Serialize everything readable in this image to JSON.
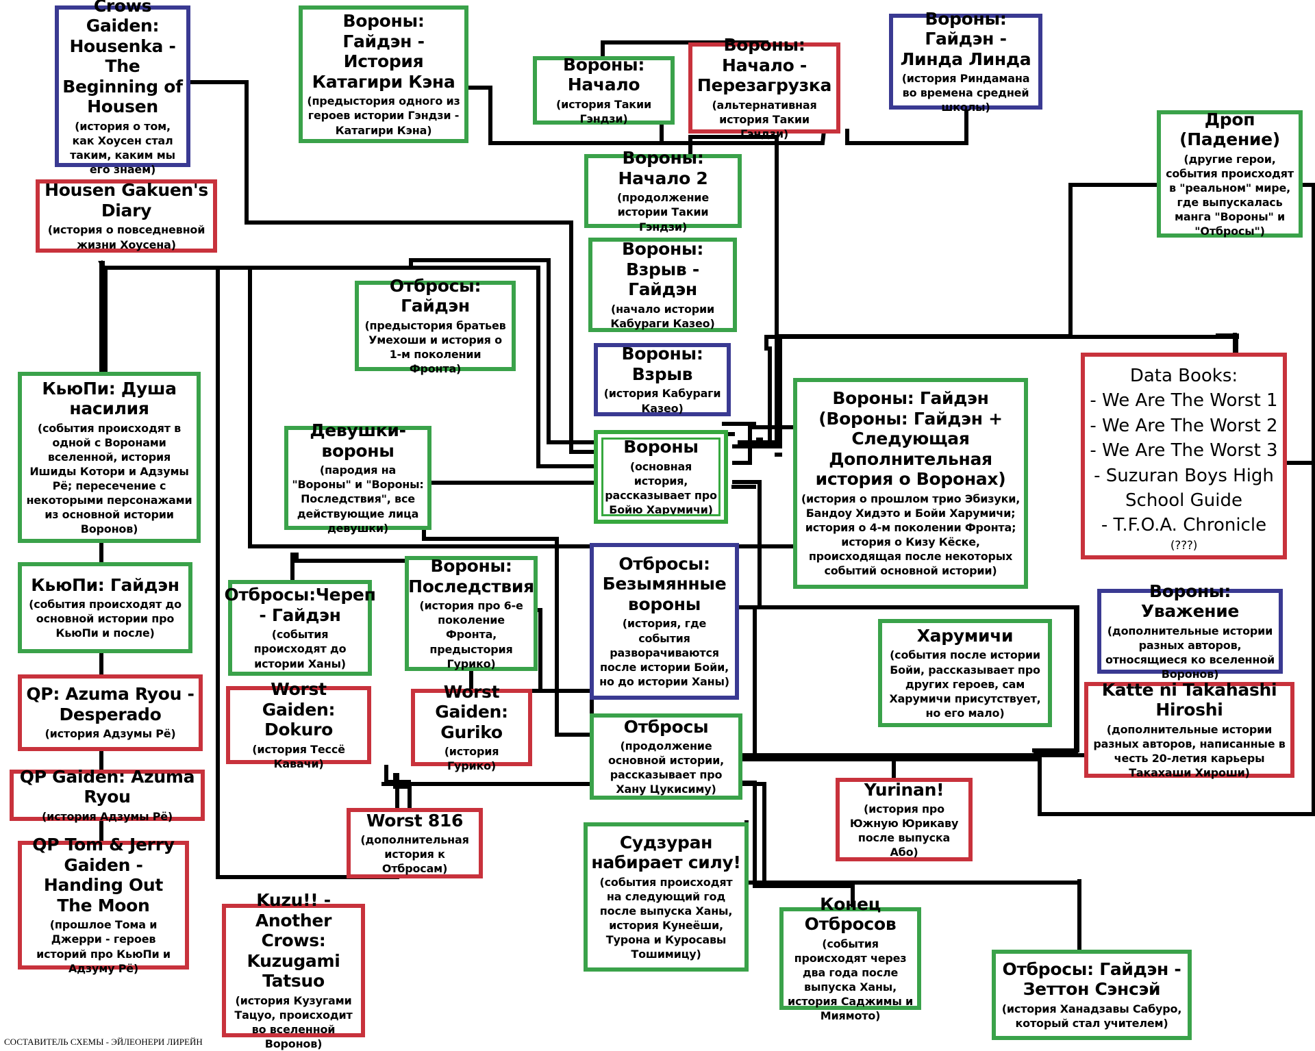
{
  "nodes": [
    {
      "id": "crows_gaiden_housenka",
      "title": "Crows Gaiden: Housenka - The Beginning of Housen",
      "desc": "(история о том, как Хоусен стал таким, каким мы его знаем)",
      "color": "blue"
    },
    {
      "id": "housen_diary",
      "title": "Housen Gakuen's Diary",
      "desc": "(история о повседневной жизни Хоусена)",
      "color": "red"
    },
    {
      "id": "katagiri",
      "title": "Вороны: Гайдэн - История Катагири Кэна",
      "desc": "(предыстория одного из героев истории Гэндзи - Катагири Кэна)",
      "color": "green"
    },
    {
      "id": "nachalo",
      "title": "Вороны: Начало",
      "desc": "(история Такии Гэндзи)",
      "color": "green"
    },
    {
      "id": "reboot",
      "title": "Вороны: Начало - Перезагрузка",
      "desc": "(альтернативная история Такии Гэндзи)",
      "color": "red"
    },
    {
      "id": "linda",
      "title": "Вороны: Гайдэн - Линда Линда",
      "desc": "(история Риндамана во времена средней школы)",
      "color": "blue"
    },
    {
      "id": "drop",
      "title": "Дроп (Падение)",
      "desc": "(другие герои, события происходят в \"реальном\" мире, где выпускалась манга \"Вороны\" и \"Отбросы\")",
      "color": "green"
    },
    {
      "id": "nachalo2",
      "title": "Вороны: Начало 2",
      "desc": "(продолжение истории Такии Гэндзи)",
      "color": "green"
    },
    {
      "id": "burst_gaiden",
      "title": "Вороны: Взрыв - Гайдэн",
      "desc": "(начало истории Кабураги Казео)",
      "color": "green"
    },
    {
      "id": "burst",
      "title": "Вороны: Взрыв",
      "desc": "(история Кабураги Казео)",
      "color": "blue"
    },
    {
      "id": "worst_gaiden",
      "title": "Отбросы: Гайдэн",
      "desc": "(предыстория братьев Умехоши и история о 1-м поколении Фронта)",
      "color": "green"
    },
    {
      "id": "qp_soul",
      "title": "КьюПи: Душа насилия",
      "desc": "(события происходят в одной с Воронами вселенной, история Ишиды Котори и Адзумы Рё; пересечение с некоторыми персонажами из основной истории Воронов)",
      "color": "green"
    },
    {
      "id": "crows_girls",
      "title": "Девушки-вороны",
      "desc": "(пародия на \"Вороны\" и \"Вороны: Последствия\", все действующие лица девушки)",
      "color": "green"
    },
    {
      "id": "crows",
      "title": "Вороны",
      "desc": "(основная история, рассказывает про Бойю Харумичи)",
      "color": "main"
    },
    {
      "id": "crows_gaiden_next",
      "title": "Вороны: Гайдэн (Вороны: Гайдэн + Следующая Дополнительная история о Воронах)",
      "desc": "(история о прошлом трио Эбизуки, Бандоу Хидэто и Бойи Харумичи; история о 4-м поколении Фронта; история о Кизу Кёске, происходящая после некоторых событий основной истории)",
      "color": "green"
    },
    {
      "id": "databooks",
      "title": "Data Books:",
      "lines": [
        "- We Are The Worst 1",
        "- We Are The Worst 2",
        "- We Are The Worst 3",
        "-  Suzuran Boys High School Guide",
        "-   T.F.O.A. Chronicle"
      ],
      "desc": "(???)",
      "color": "red"
    },
    {
      "id": "qp_gaiden",
      "title": "КьюПи: Гайдэн",
      "desc": "(события происходят до основной истории про КьюПи и после)",
      "color": "green"
    },
    {
      "id": "skull_gaiden",
      "title": "Отбросы:Череп - Гайдэн",
      "desc": "(события происходят до истории Ханы)",
      "color": "green"
    },
    {
      "id": "aftermath",
      "title": "Вороны: Последствия",
      "desc": "(история про 6-е поколение Фронта, предыстория Гурико)",
      "color": "green"
    },
    {
      "id": "nameless",
      "title": "Отбросы: Безымянные вороны",
      "desc": "(история, где события разворачиваются после истории Бойи, но до истории Ханы)",
      "color": "blue"
    },
    {
      "id": "harumichi",
      "title": "Харумичи",
      "desc": "(события после истории Бойи, рассказывает про других героев, сам Харумичи присутствует, но его мало)",
      "color": "green"
    },
    {
      "id": "respect",
      "title": "Вороны: Уважение",
      "desc": "(дополнительные истории разных авторов, относящиеся ко вселенной Воронов)",
      "color": "blue"
    },
    {
      "id": "katte",
      "title": "Katte ni Takahashi Hiroshi",
      "desc": "(дополнительные истории разных авторов, написанные в честь 20-летия карьеры Такахаши Хироши)",
      "color": "red"
    },
    {
      "id": "qp_desperado",
      "title": "QP: Azuma Ryou - Desperado",
      "desc": "(история Адзумы Рё)",
      "color": "red"
    },
    {
      "id": "dokuro",
      "title": "Worst Gaiden: Dokuro",
      "desc": "(история Тессё Кавачи)",
      "color": "red"
    },
    {
      "id": "guriko",
      "title": "Worst Gaiden: Guriko",
      "desc": "(история Гурико)",
      "color": "red"
    },
    {
      "id": "worst",
      "title": "Отбросы",
      "desc": "(продолжение основной истории, рассказывает про Хану Цукисиму)",
      "color": "green"
    },
    {
      "id": "qp_gaiden_azuma",
      "title": "QP Gaiden: Azuma Ryou",
      "desc": "(история Адзумы Рё)",
      "color": "red"
    },
    {
      "id": "worst816",
      "title": "Worst 816",
      "desc": "(дополнительная история к Отбросам)",
      "color": "red"
    },
    {
      "id": "yurinan",
      "title": "Yurinan!",
      "desc": "(история про Южную Юрикаву после выпуска Або)",
      "color": "red"
    },
    {
      "id": "qp_tomjerry",
      "title": "QP Tom & Jerry Gaiden - Handing Out The Moon",
      "desc": "(прошлое Тома и Джерри - героев историй про КьюПи и Адзуму Рё)",
      "color": "red"
    },
    {
      "id": "kuzu",
      "title": "Kuzu!! - Another Crows: Kuzugami Tatsuo",
      "desc": "(история Кузугами Тацуо, происходит во вселенной Воронов)",
      "color": "red"
    },
    {
      "id": "suzuran",
      "title": "Судзуран набирает силу!",
      "desc": "(события происходят на следующий год после выпуска Ханы, история Кунеёши, Турона и Куросавы Тошимицу)",
      "color": "green"
    },
    {
      "id": "worst_end",
      "title": "Конец Отбросов",
      "desc": "(события происходят через два года после выпуска Ханы, история Саджимы и Миямото)",
      "color": "green"
    },
    {
      "id": "zetton",
      "title": "Отбросы: Гайдэн - Зеттон Сэнсэй",
      "desc": "(история Ханадзавы Сабуро, который стал учителем)",
      "color": "green"
    }
  ],
  "credit": "СОСТАВИТЕЛЬ СХЕМЫ - ЭЙЛЕОНЕРИ ЛИРЕЙН",
  "line_color": "#000000"
}
